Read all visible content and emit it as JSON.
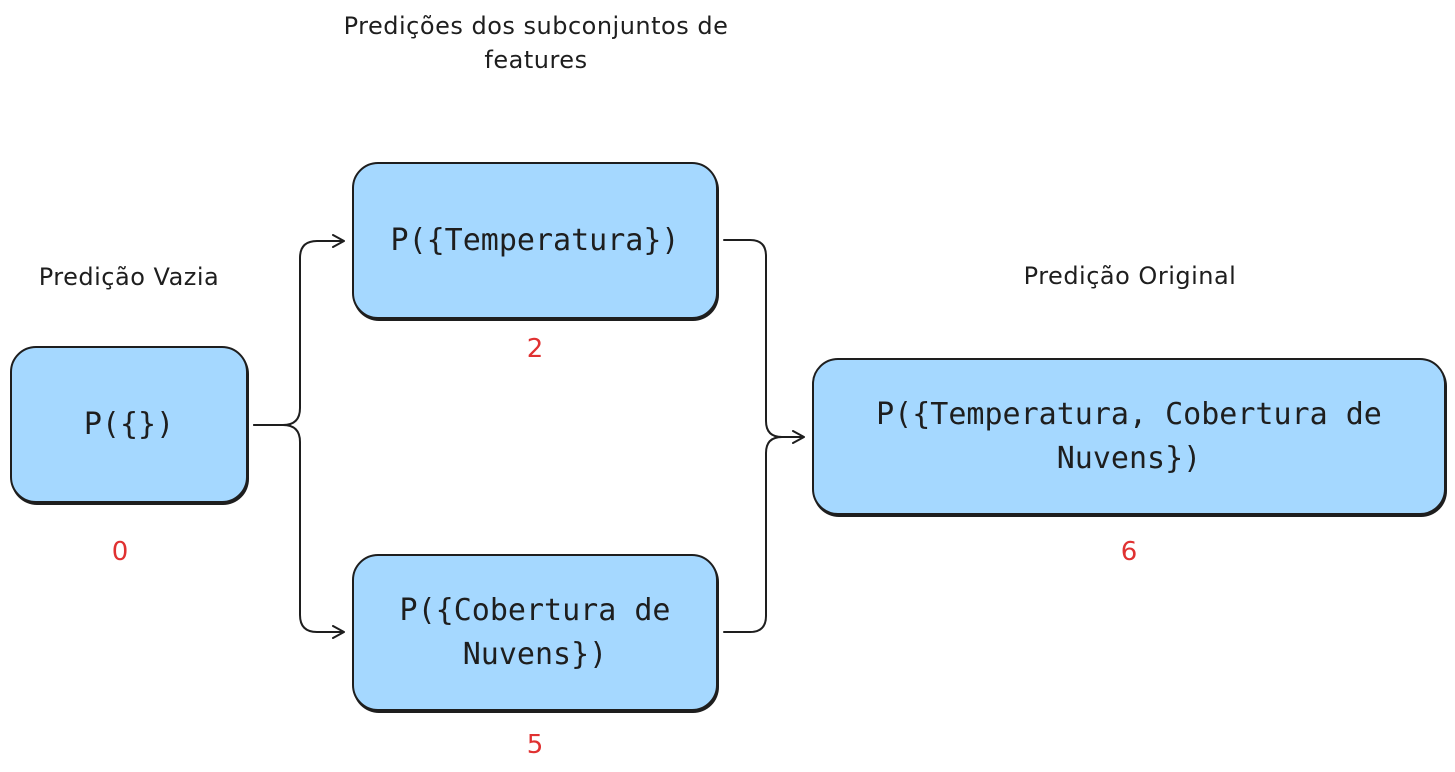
{
  "colors": {
    "node_fill": "#a5d8ff",
    "node_stroke": "#1e1e1e",
    "value_text": "#e03131",
    "caption_text": "#1e1e1e"
  },
  "captions": {
    "subsets": "Predições dos subconjuntos de features",
    "empty": "Predição Vazia",
    "original": "Predição Original"
  },
  "nodes": {
    "empty": {
      "label": "P({})",
      "value": "0"
    },
    "temperatura": {
      "label": "P({Temperatura})",
      "value": "2"
    },
    "cobertura": {
      "label": "P({Cobertura de Nuvens})",
      "value": "5"
    },
    "original": {
      "label": "P({Temperatura, Cobertura de Nuvens})",
      "value": "6"
    }
  }
}
